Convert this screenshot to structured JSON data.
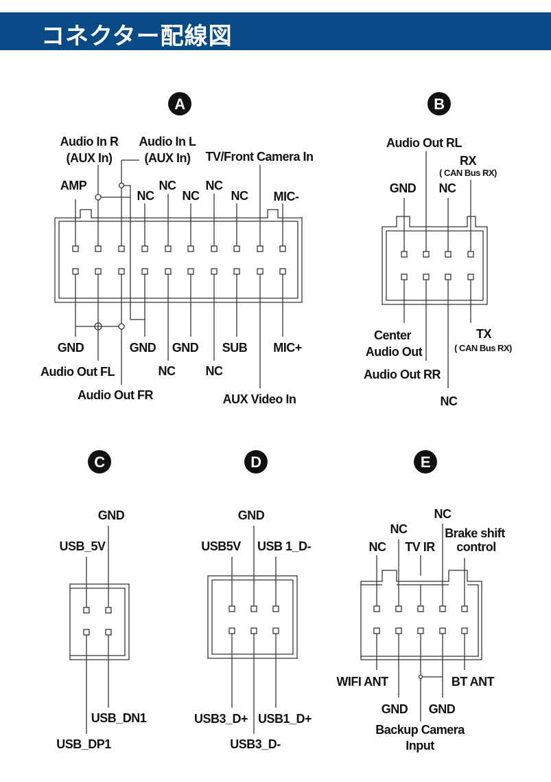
{
  "header": {
    "title": "コネクター配線図"
  },
  "connectors": {
    "A": {
      "badge": "A",
      "top": {
        "amp": "AMP",
        "audio_in_r_1": "Audio In R",
        "audio_in_r_2": "(AUX In)",
        "audio_in_l_1": "Audio In L",
        "audio_in_l_2": "(AUX In)",
        "nc1": "NC",
        "nc2": "NC",
        "nc3": "NC",
        "nc4": "NC",
        "nc5": "NC",
        "tv_front_camera": "TV/Front Camera In",
        "mic_minus": "MIC-"
      },
      "bottom": {
        "gnd1": "GND",
        "audio_out_fl": "Audio Out FL",
        "audio_out_fr": "Audio Out FR",
        "gnd2": "GND",
        "nc1": "NC",
        "gnd3": "GND",
        "nc2": "NC",
        "sub": "SUB",
        "aux_video_in": "AUX Video In",
        "mic_plus": "MIC+"
      }
    },
    "B": {
      "badge": "B",
      "top": {
        "gnd": "GND",
        "audio_out_rl": "Audio Out RL",
        "nc": "NC",
        "rx": "RX",
        "rx_note": "( CAN Bus RX)"
      },
      "bottom": {
        "center_1": "Center",
        "center_2": "Audio Out",
        "audio_out_rr": "Audio Out RR",
        "nc": "NC",
        "tx": "TX",
        "tx_note": "( CAN Bus RX)"
      }
    },
    "C": {
      "badge": "C",
      "top": {
        "usb_5v": "USB_5V",
        "gnd": "GND"
      },
      "bottom": {
        "usb_dn1": "USB_DN1",
        "usb_dp1": "USB_DP1"
      }
    },
    "D": {
      "badge": "D",
      "top": {
        "usb5v": "USB5V",
        "gnd": "GND",
        "usb1_dminus": "USB 1_D-"
      },
      "bottom": {
        "usb3_dplus": "USB3_D+",
        "usb1_dplus": "USB1_D+",
        "usb3_dminus": "USB3_D-"
      }
    },
    "E": {
      "badge": "E",
      "top": {
        "nc1": "NC",
        "nc2": "NC",
        "tv_ir": "TV IR",
        "nc3": "NC",
        "brake_1": "Brake shift",
        "brake_2": "control"
      },
      "bottom": {
        "wifi_ant": "WIFI ANT",
        "gnd1": "GND",
        "backup_1": "Backup Camera",
        "backup_2": "Input",
        "gnd2": "GND",
        "bt_ant": "BT ANT"
      }
    }
  },
  "colors": {
    "header_bg": "#084a85",
    "line": "#333333"
  }
}
